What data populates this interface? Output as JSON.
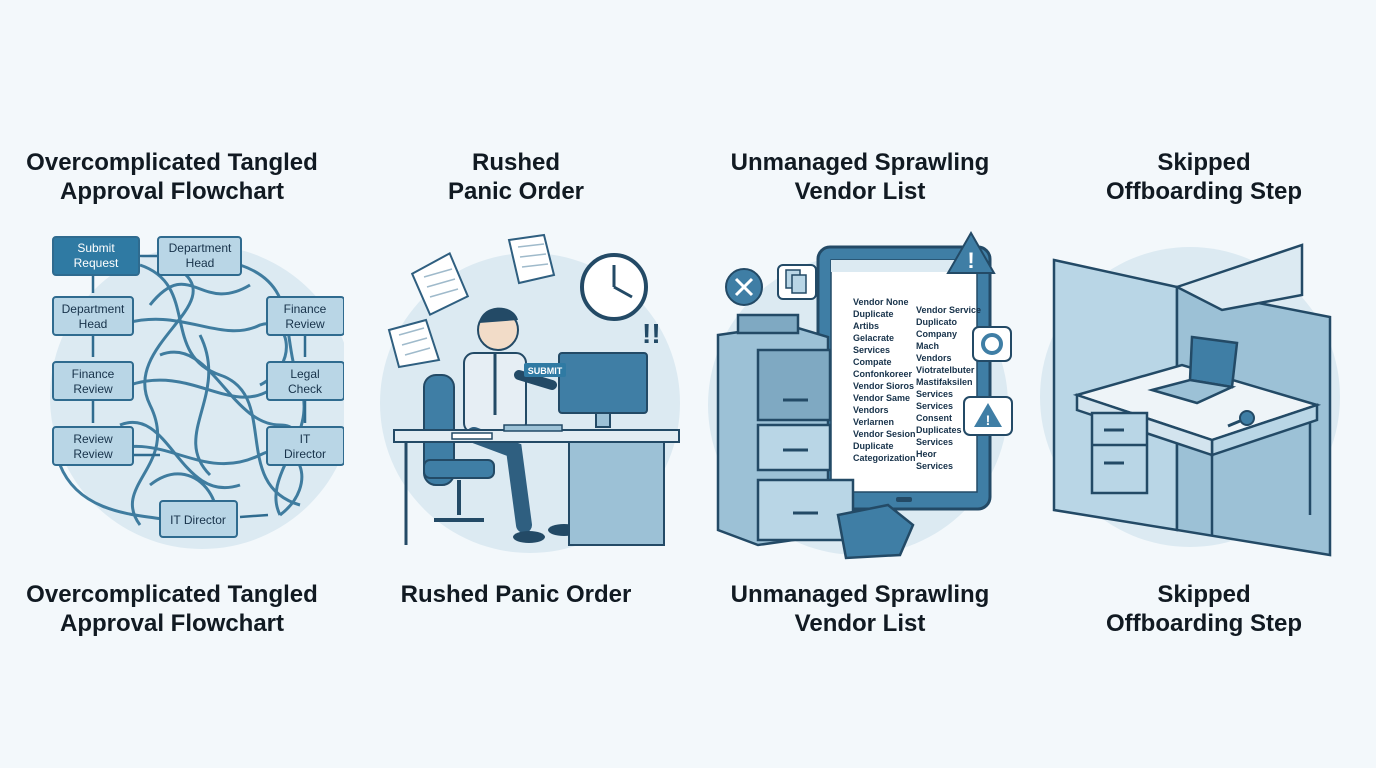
{
  "panels": [
    {
      "title_top": [
        "Overcomplicated Tangled",
        "Approval Flowchart"
      ],
      "title_bottom": [
        "Overcomplicated Tangled",
        "Approval Flowchart"
      ],
      "boxes": [
        "Submit",
        "Request",
        "Department",
        "Head",
        "Department",
        "Head",
        "Finance",
        "Review",
        "Finance",
        "Review",
        "Legal",
        "Check",
        "Review",
        "Review",
        "IT",
        "Director",
        "IT Director"
      ]
    },
    {
      "title_top": [
        "Rushed",
        "Panic Order"
      ],
      "title_bottom": [
        "Rushed Panic Order"
      ],
      "submit_label": "SUBMIT"
    },
    {
      "title_top": [
        "Unmanaged Sprawling",
        "Vendor List"
      ],
      "title_bottom": [
        "Unmanaged Sprawling",
        "Vendor List"
      ],
      "list_left": [
        "Vendor None",
        "Duplicate",
        "Artibs",
        "Gelacrate",
        "Services",
        "Compate",
        "Confonkoreer",
        "Vendor Sioros",
        "Vendor Same",
        "Vendors",
        "Verlarnen",
        "Vendor Sesion",
        "Duplicate",
        "Categorization"
      ],
      "list_right": [
        "Vendor Service",
        "Duplicato",
        "Company",
        "Mach",
        "Vendors",
        "Viotratelbuter",
        "Mastifaksilen",
        "Services",
        "Services",
        "Consent",
        "Duplicates",
        "Services",
        "Heor",
        "Services"
      ]
    },
    {
      "title_top": [
        "Skipped",
        "Offboarding Step"
      ],
      "title_bottom": [
        "Skipped",
        "Offboarding Step"
      ]
    }
  ]
}
